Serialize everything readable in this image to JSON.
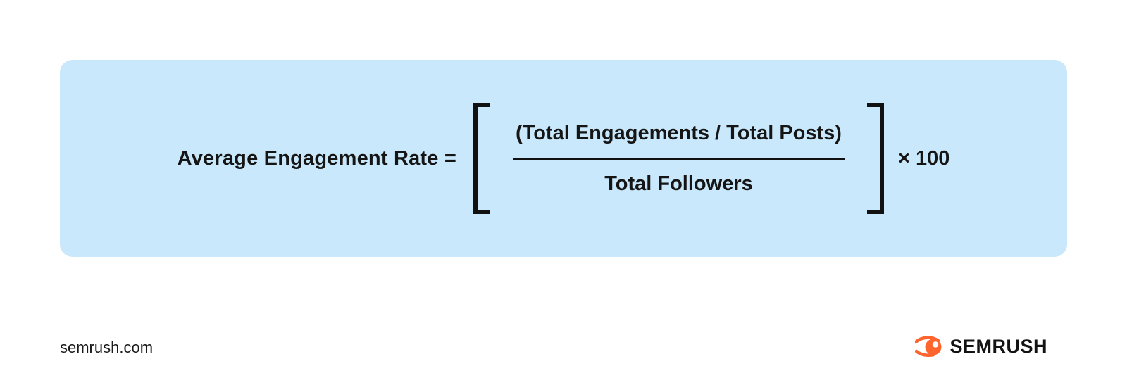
{
  "page": {
    "background_color": "#ffffff"
  },
  "formula_card": {
    "background_color": "#c9e8fb",
    "bracket_color": "#111111",
    "lhs": "Average Engagement Rate =",
    "numerator": "(Total Engagements / Total Posts)",
    "denominator": "Total Followers",
    "multiplier": "× 100"
  },
  "footer": {
    "site": "semrush.com",
    "brand": "SEMRUSH",
    "brand_orange": "#ff642d",
    "brand_orange_dark": "#ff4b1f",
    "brand_text_color": "#131313"
  }
}
